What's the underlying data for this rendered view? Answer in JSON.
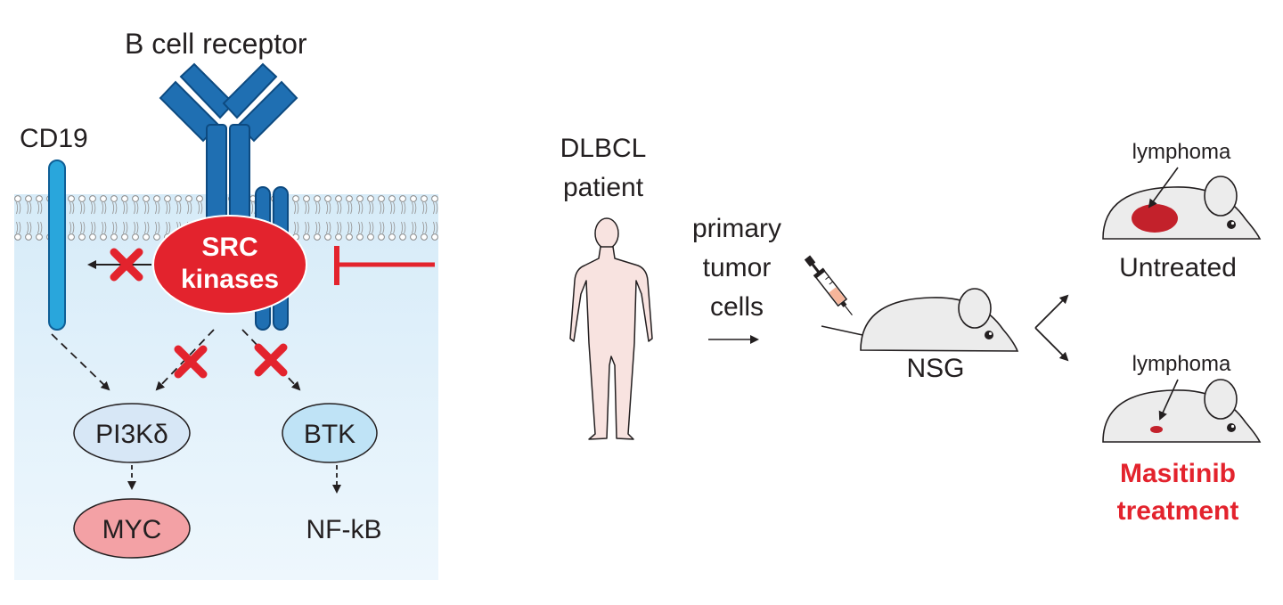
{
  "left_panel": {
    "bcr_label": "B cell receptor",
    "cd19_label": "CD19",
    "src_line1": "SRC",
    "src_line2": "kinases",
    "pi3k_label": "PI3Kδ",
    "btk_label": "BTK",
    "myc_label": "MYC",
    "nfkb_label": "NF-kB"
  },
  "right_panel": {
    "patient_line1": "DLBCL",
    "patient_line2": "patient",
    "cells_line1": "primary",
    "cells_line2": "tumor",
    "cells_line3": "cells",
    "nsg_label": "NSG",
    "lymphoma_label_top": "lymphoma",
    "untreated_label": "Untreated",
    "lymphoma_label_bottom": "lymphoma",
    "treatment_line1": "Masitinib",
    "treatment_line2": "treatment"
  },
  "colors": {
    "membrane_bg": "#e3f2fb",
    "receptor_blue": "#1f6fb2",
    "cd19_blue": "#29a6dc",
    "src_red": "#e3232d",
    "inhibitor_red": "#e3232d",
    "pi3k_fill": "#d7e7f6",
    "btk_fill": "#bfe3f6",
    "myc_fill": "#f3a1a5",
    "skin": "#f8e3e0",
    "mouse_fill": "#ececec",
    "tumor_red": "#c3212b",
    "treatment_text": "#e3232d"
  }
}
